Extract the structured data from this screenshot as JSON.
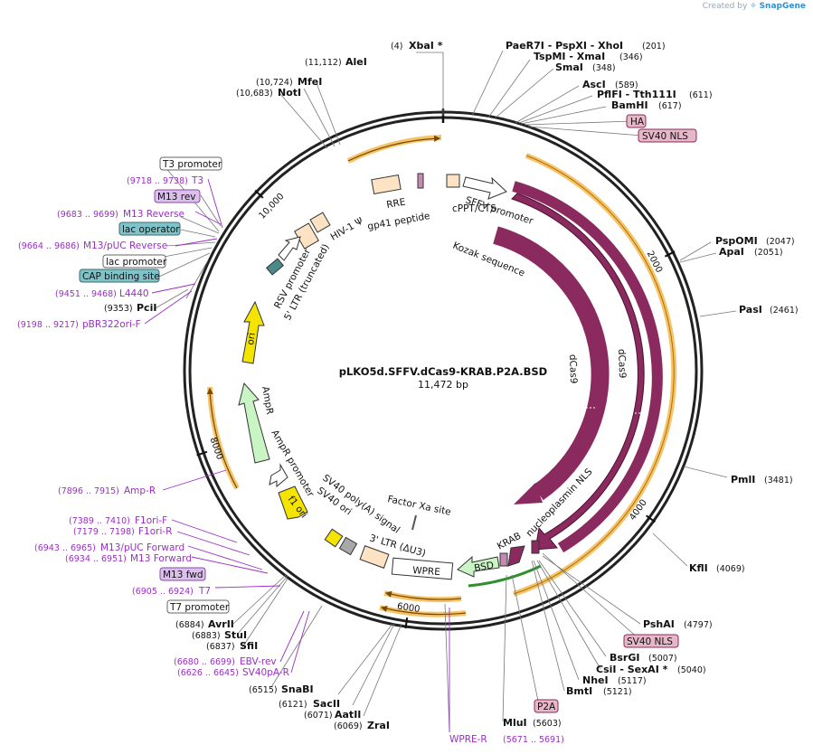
{
  "app": {
    "credit_prefix": "Created by",
    "brand": "SnapGene"
  },
  "map": {
    "title": "pLKO5d.SFFV.dCas9-KRAB.P2A.BSD",
    "size_label": "11,472 bp",
    "length": 11472,
    "ticks": [
      {
        "pos": 2000,
        "label": "2000"
      },
      {
        "pos": 4000,
        "label": "4000"
      },
      {
        "pos": 6000,
        "label": "6000"
      },
      {
        "pos": 8000,
        "label": "8000"
      },
      {
        "pos": 10000,
        "label": "10,000"
      }
    ],
    "colors": {
      "cds": "#8b2a5e",
      "orange": "#f0a830",
      "yellow": "#f4e400",
      "green": "#c9f4c4",
      "tan": "#fde2c4",
      "gray": "#a8a8a8",
      "teal": "#7fc3c9",
      "pink": "#e6b7c7",
      "purple_primer": "#9a2fc4"
    }
  },
  "enzymes_right": [
    {
      "name": "XbaI *",
      "pos": "(4)"
    },
    {
      "name": "PaeR7I  - PspXI  - XhoI",
      "pos": "(201)"
    },
    {
      "name": "TspMI  - XmaI",
      "pos": "(346)"
    },
    {
      "name": "SmaI",
      "pos": "(348)"
    },
    {
      "name": "AscI",
      "pos": "(589)"
    },
    {
      "name": "PflFI  - Tth111I",
      "pos": "(611)"
    },
    {
      "name": "BamHI",
      "pos": "(617)"
    },
    {
      "name": "PspOMI",
      "pos": "(2047)"
    },
    {
      "name": "ApaI",
      "pos": "(2051)"
    },
    {
      "name": "PasI",
      "pos": "(2461)"
    },
    {
      "name": "PmlI",
      "pos": "(3481)"
    },
    {
      "name": "KflI",
      "pos": "(4069)"
    },
    {
      "name": "PshAI",
      "pos": "(4797)"
    },
    {
      "name": "BsrGI",
      "pos": "(5007)"
    },
    {
      "name": "CsiI  - SexAI *",
      "pos": "(5040)"
    },
    {
      "name": "NheI",
      "pos": "(5117)"
    },
    {
      "name": "BmtI",
      "pos": "(5121)"
    },
    {
      "name": "MluI",
      "pos": "(5603)"
    }
  ],
  "enzymes_left": [
    {
      "name": "AleI",
      "pos": "(11,112)"
    },
    {
      "name": "MfeI",
      "pos": "(10,724)"
    },
    {
      "name": "NotI",
      "pos": "(10,683)"
    },
    {
      "name": "PciI",
      "pos": "(9353)"
    },
    {
      "name": "AvrII",
      "pos": "(6884)"
    },
    {
      "name": "StuI",
      "pos": "(6883)"
    },
    {
      "name": "SfiI",
      "pos": "(6837)"
    },
    {
      "name": "SnaBI",
      "pos": "(6515)"
    },
    {
      "name": "SacII",
      "pos": "(6121)"
    },
    {
      "name": "AatII",
      "pos": "(6071)"
    },
    {
      "name": "ZraI",
      "pos": "(6069)"
    }
  ],
  "primers": [
    {
      "name": "T3",
      "pos": "(9718 .. 9738)"
    },
    {
      "name": "M13 Reverse",
      "pos": "(9683 .. 9699)"
    },
    {
      "name": "M13/pUC Reverse",
      "pos": "(9664 .. 9686)"
    },
    {
      "name": "L4440",
      "pos": "(9451 .. 9468)"
    },
    {
      "name": "pBR322ori-F",
      "pos": "(9198 .. 9217)"
    },
    {
      "name": "Amp-R",
      "pos": "(7896 .. 7915)"
    },
    {
      "name": "F1ori-F",
      "pos": "(7389 .. 7410)"
    },
    {
      "name": "F1ori-R",
      "pos": "(7179 .. 7198)"
    },
    {
      "name": "M13/pUC Forward",
      "pos": "(6943 .. 6965)"
    },
    {
      "name": "M13 Forward",
      "pos": "(6934 .. 6951)"
    },
    {
      "name": "T7",
      "pos": "(6905 .. 6924)"
    },
    {
      "name": "EBV-rev",
      "pos": "(6680 .. 6699)"
    },
    {
      "name": "SV40pA-R",
      "pos": "(6626 .. 6645)"
    },
    {
      "name": "WPRE-R",
      "pos": "(5671 .. 5691)"
    }
  ],
  "boxed_labels": [
    {
      "text": "HA"
    },
    {
      "text": "SV40 NLS"
    },
    {
      "text": "T3 promoter"
    },
    {
      "text": "M13 rev"
    },
    {
      "text": "lac operator"
    },
    {
      "text": "lac promoter"
    },
    {
      "text": "CAP binding site"
    },
    {
      "text": "M13 fwd"
    },
    {
      "text": "T7 promoter"
    },
    {
      "text": "SV40 NLS"
    },
    {
      "text": "P2A"
    }
  ],
  "feature_labels": [
    {
      "text": "RRE"
    },
    {
      "text": "gp41 peptide"
    },
    {
      "text": "HIV-1 Ψ"
    },
    {
      "text": "SFFV promoter"
    },
    {
      "text": "cPPT/CTS"
    },
    {
      "text": "Kozak sequence"
    },
    {
      "text": "dCas9"
    },
    {
      "text": "dCas9"
    },
    {
      "text": "RSV promoter"
    },
    {
      "text": "5' LTR (truncated)"
    },
    {
      "text": "ori"
    },
    {
      "text": "AmpR"
    },
    {
      "text": "AmpR promoter"
    },
    {
      "text": "f1 ori"
    },
    {
      "text": "SV40 poly(A) signal"
    },
    {
      "text": "SV40 ori"
    },
    {
      "text": "3' LTR (ΔU3)"
    },
    {
      "text": "Factor Xa site"
    },
    {
      "text": "WPRE"
    },
    {
      "text": "BSD"
    },
    {
      "text": "KRAB"
    },
    {
      "text": "nucleoplasmin NLS"
    }
  ]
}
